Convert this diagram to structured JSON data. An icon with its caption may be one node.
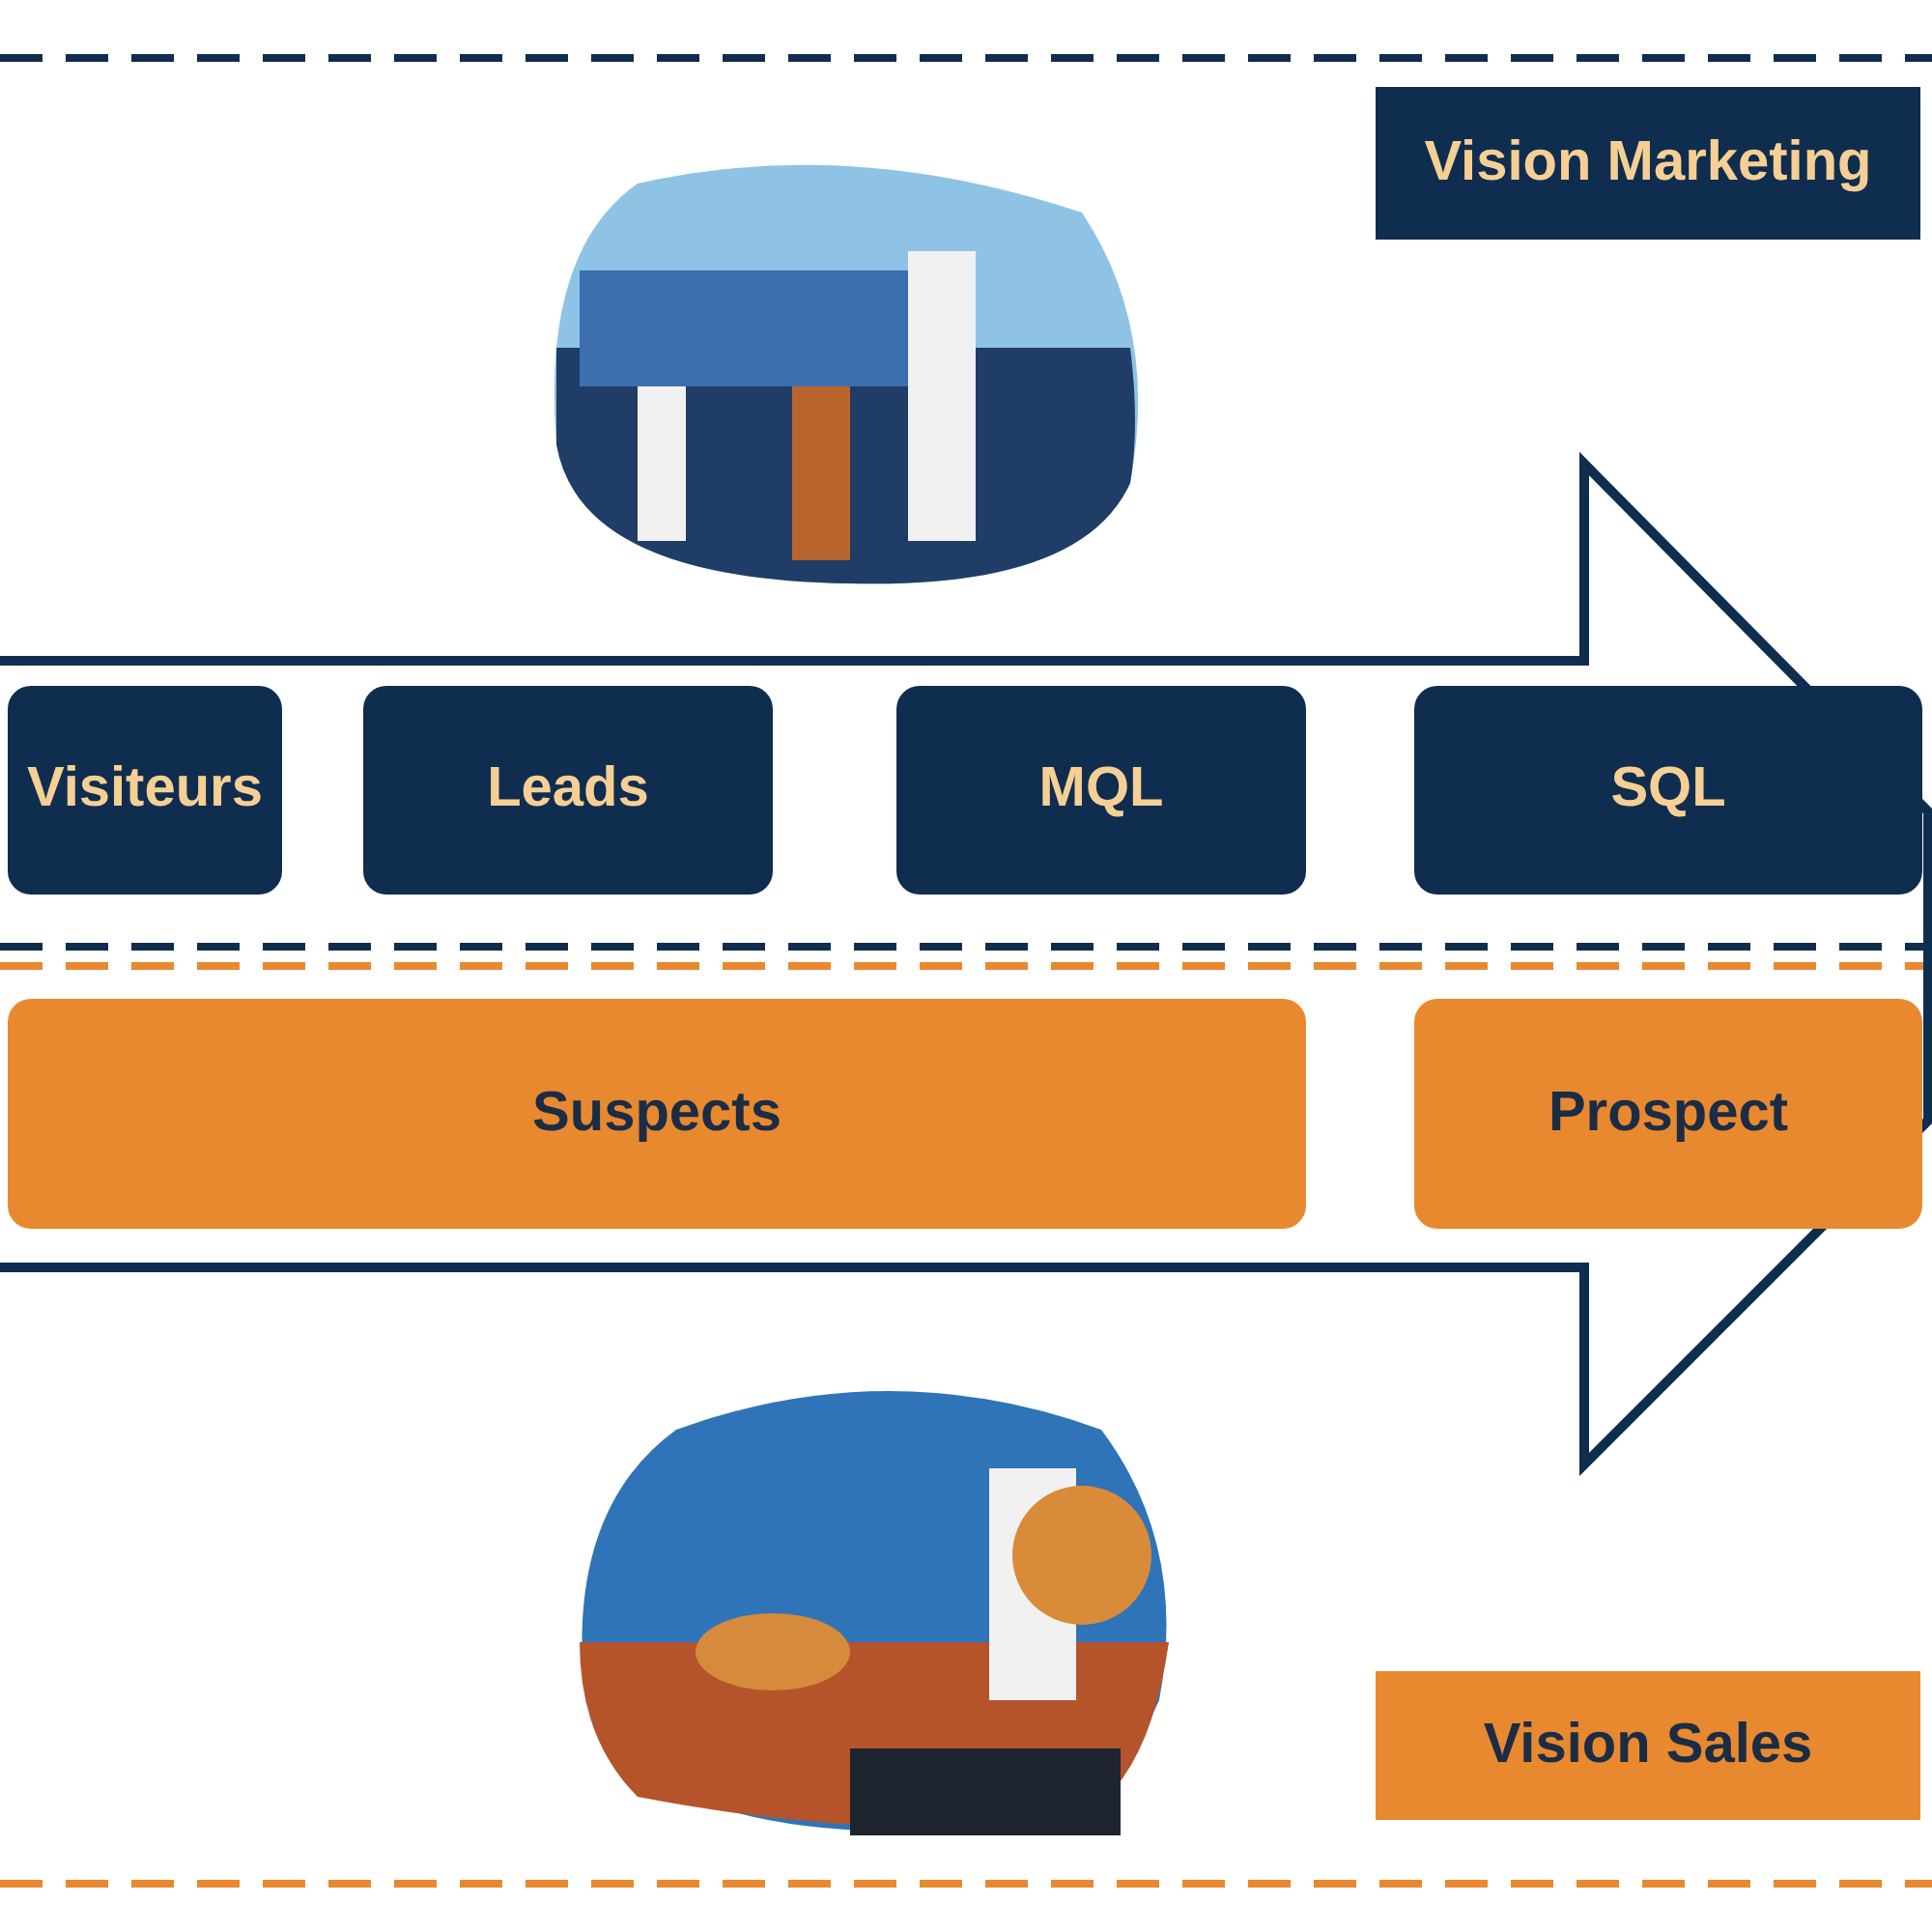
{
  "diagram": {
    "nodes": [
      {
        "text": [
          "Vision Marketing"
        ]
      },
      {
        "text": [
          "Visiteurs"
        ]
      },
      {
        "text": [
          "Leads"
        ]
      },
      {
        "text": [
          "MQL"
        ]
      },
      {
        "text": [
          "SQL"
        ]
      },
      {
        "text": [
          "Suspects"
        ]
      },
      {
        "text": [
          "Prospect"
        ]
      },
      {
        "text": [
          "Vision Sales"
        ]
      }
    ]
  }
}
